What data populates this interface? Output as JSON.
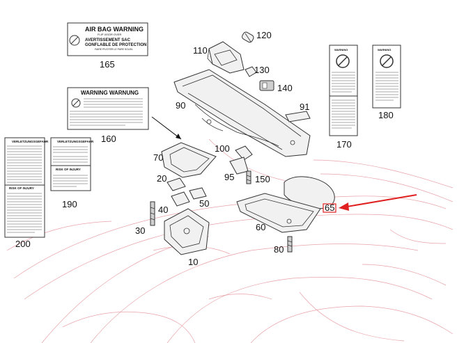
{
  "callouts": {
    "c10": "10",
    "c20": "20",
    "c30": "30",
    "c40": "40",
    "c50": "50",
    "c60": "60",
    "c65": "65",
    "c70": "70",
    "c80": "80",
    "c90": "90",
    "c91": "91",
    "c95": "95",
    "c100": "100",
    "c110": "110",
    "c120": "120",
    "c130": "130",
    "c140": "140",
    "c150": "150",
    "c160": "160",
    "c165": "165",
    "c170": "170",
    "c180": "180",
    "c190": "190",
    "c200": "200"
  },
  "label165": {
    "heading": "AIR BAG WARNING",
    "sub": "FLIP VISOR OVER",
    "french1": "AVERTISSEMENT SAC",
    "french2": "GONFLABLE DE PROTECTION",
    "french3": "FAIRE PIVOTER LE PARE SOLEIL"
  },
  "label160": {
    "heading": "WARNING  WARNUNG"
  },
  "label200": {
    "heading": "VERLETZUNGSGEFAHR",
    "risk": "RISK OF INJURY"
  },
  "label190": {
    "heading": "VERLETZUNGSGEFAHR",
    "risk": "RISK OF INJURY"
  },
  "label170": {
    "heading": "WARNING"
  },
  "label180": {
    "heading": "WARNING"
  },
  "colors": {
    "highlight_arrow": "#e02020",
    "ghost_line": "#e8a2a8",
    "part_outline": "#333333"
  }
}
